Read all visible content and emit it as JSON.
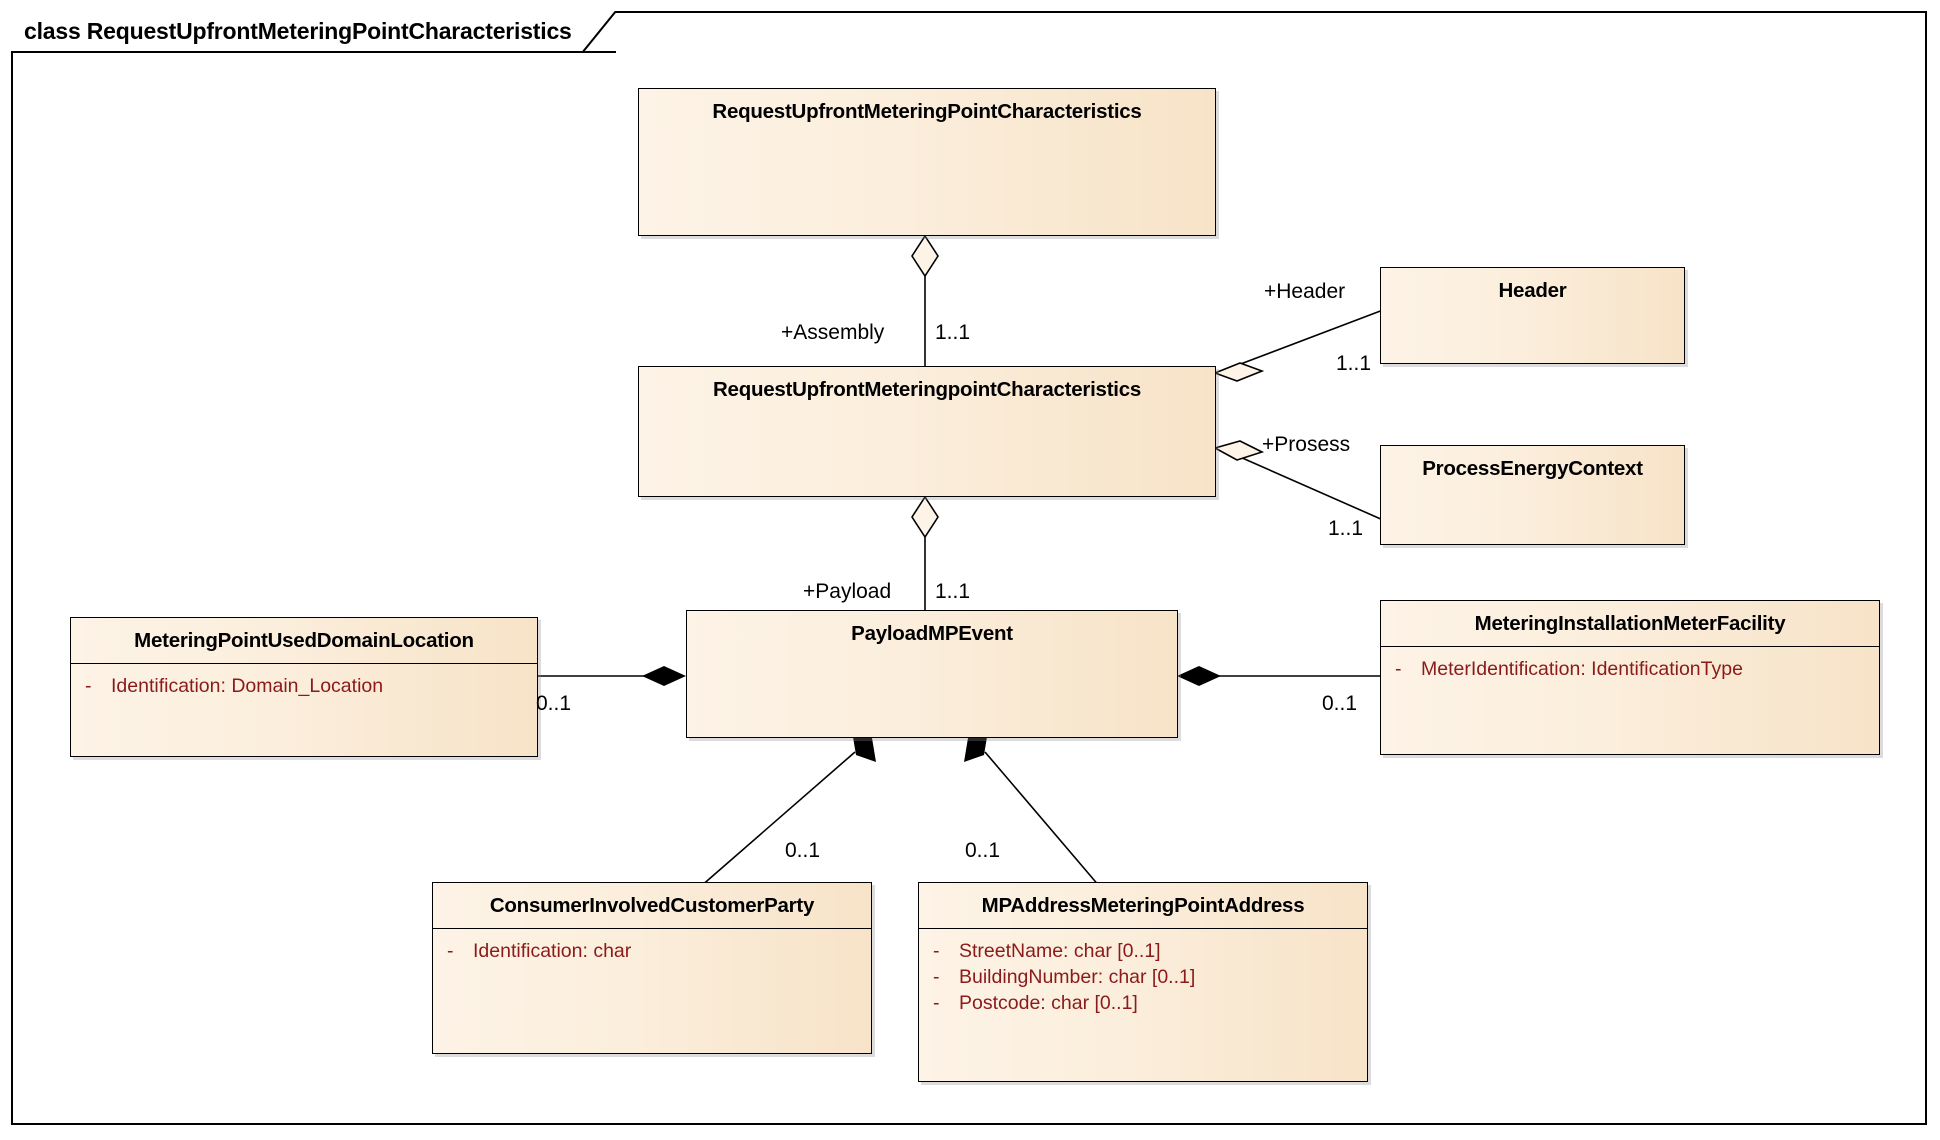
{
  "frame": {
    "label": "class RequestUpfrontMeteringPointCharacteristics"
  },
  "colors": {
    "class_fill_light": "#fdf3e6",
    "class_fill_dark": "#f7e3c8",
    "class_border": "#000000",
    "attribute_text": "#8b1a1a",
    "title_text": "#000000",
    "background": "#ffffff"
  },
  "classes": [
    {
      "id": "request-upfront-metering-point-characteristics",
      "title": "RequestUpfrontMeteringPointCharacteristics",
      "attributes": []
    },
    {
      "id": "request-upfront-meteringpoint-characteristics",
      "title": "RequestUpfrontMeteringpointCharacteristics",
      "attributes": []
    },
    {
      "id": "header",
      "title": "Header",
      "attributes": []
    },
    {
      "id": "process-energy-context",
      "title": "ProcessEnergyContext",
      "attributes": []
    },
    {
      "id": "metering-point-used-domain-location",
      "title": "MeteringPointUsedDomainLocation",
      "attributes": [
        {
          "visibility": "-",
          "text": "Identification: Domain_Location"
        }
      ]
    },
    {
      "id": "payload-mp-event",
      "title": "PayloadMPEvent",
      "attributes": []
    },
    {
      "id": "metering-installation-meter-facility",
      "title": "MeteringInstallationMeterFacility",
      "attributes": [
        {
          "visibility": "-",
          "text": "MeterIdentification: IdentificationType"
        }
      ]
    },
    {
      "id": "consumer-involved-customer-party",
      "title": "ConsumerInvolvedCustomerParty",
      "attributes": [
        {
          "visibility": "-",
          "text": "Identification: char"
        }
      ]
    },
    {
      "id": "mp-address-metering-point-address",
      "title": "MPAddressMeteringPointAddress",
      "attributes": [
        {
          "visibility": "-",
          "text": "StreetName: char [0..1]"
        },
        {
          "visibility": "-",
          "text": "BuildingNumber: char [0..1]"
        },
        {
          "visibility": "-",
          "text": "Postcode: char [0..1]"
        }
      ]
    }
  ],
  "associations": [
    {
      "id": "assembly",
      "role": "+Assembly",
      "multiplicity": "1..1",
      "kind": "aggregation",
      "from": "request-upfront-metering-point-characteristics",
      "to": "request-upfront-meteringpoint-characteristics"
    },
    {
      "id": "header-assoc",
      "role": "+Header",
      "multiplicity": "1..1",
      "kind": "aggregation",
      "from": "request-upfront-meteringpoint-characteristics",
      "to": "header"
    },
    {
      "id": "prosess-assoc",
      "role": "+Prosess",
      "multiplicity": "1..1",
      "kind": "aggregation",
      "from": "request-upfront-meteringpoint-characteristics",
      "to": "process-energy-context"
    },
    {
      "id": "payload-assoc",
      "role": "+Payload",
      "multiplicity": "1..1",
      "kind": "aggregation",
      "from": "request-upfront-meteringpoint-characteristics",
      "to": "payload-mp-event"
    },
    {
      "id": "domain-location-assoc",
      "role": "",
      "multiplicity": "0..1",
      "kind": "composition",
      "from": "payload-mp-event",
      "to": "metering-point-used-domain-location"
    },
    {
      "id": "meter-facility-assoc",
      "role": "",
      "multiplicity": "0..1",
      "kind": "composition",
      "from": "payload-mp-event",
      "to": "metering-installation-meter-facility"
    },
    {
      "id": "customer-party-assoc",
      "role": "",
      "multiplicity": "0..1",
      "kind": "composition",
      "from": "payload-mp-event",
      "to": "consumer-involved-customer-party"
    },
    {
      "id": "address-assoc",
      "role": "",
      "multiplicity": "0..1",
      "kind": "composition",
      "from": "payload-mp-event",
      "to": "mp-address-metering-point-address"
    }
  ],
  "labels": {
    "assembly_role": "+Assembly",
    "assembly_mult": "1..1",
    "header_role": "+Header",
    "header_mult": "1..1",
    "prosess_role": "+Prosess",
    "prosess_mult": "1..1",
    "payload_role": "+Payload",
    "payload_mult": "1..1",
    "domain_location_mult": "0..1",
    "meter_facility_mult": "0..1",
    "customer_party_mult": "0..1",
    "address_mult": "0..1"
  }
}
